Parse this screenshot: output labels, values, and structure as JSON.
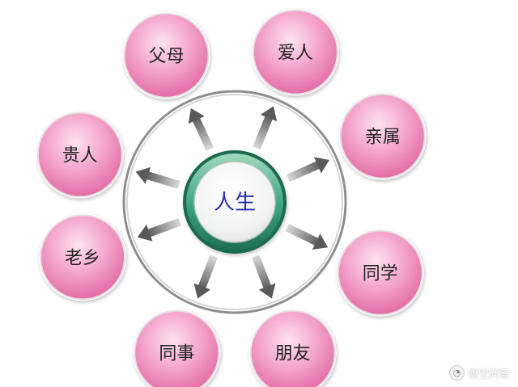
{
  "center": {
    "label": "人生"
  },
  "nodes": [
    {
      "label": "父母",
      "angle": -115
    },
    {
      "label": "爱人",
      "angle": -68
    },
    {
      "label": "亲属",
      "angle": -24
    },
    {
      "label": "同学",
      "angle": 26
    },
    {
      "label": "朋友",
      "angle": 69
    },
    {
      "label": "同事",
      "angle": 111
    },
    {
      "label": "老乡",
      "angle": 160
    },
    {
      "label": "贵人",
      "angle": -163
    }
  ],
  "watermark": {
    "text": "悟空问答",
    "icon": "wukong-logo-icon"
  },
  "colors": {
    "node_pink": "#ee86bc",
    "center_ring": "#3aa37e",
    "center_text": "#2a2fae",
    "arrow": "#7a7a7a",
    "orbit": "#8e8e8e"
  }
}
